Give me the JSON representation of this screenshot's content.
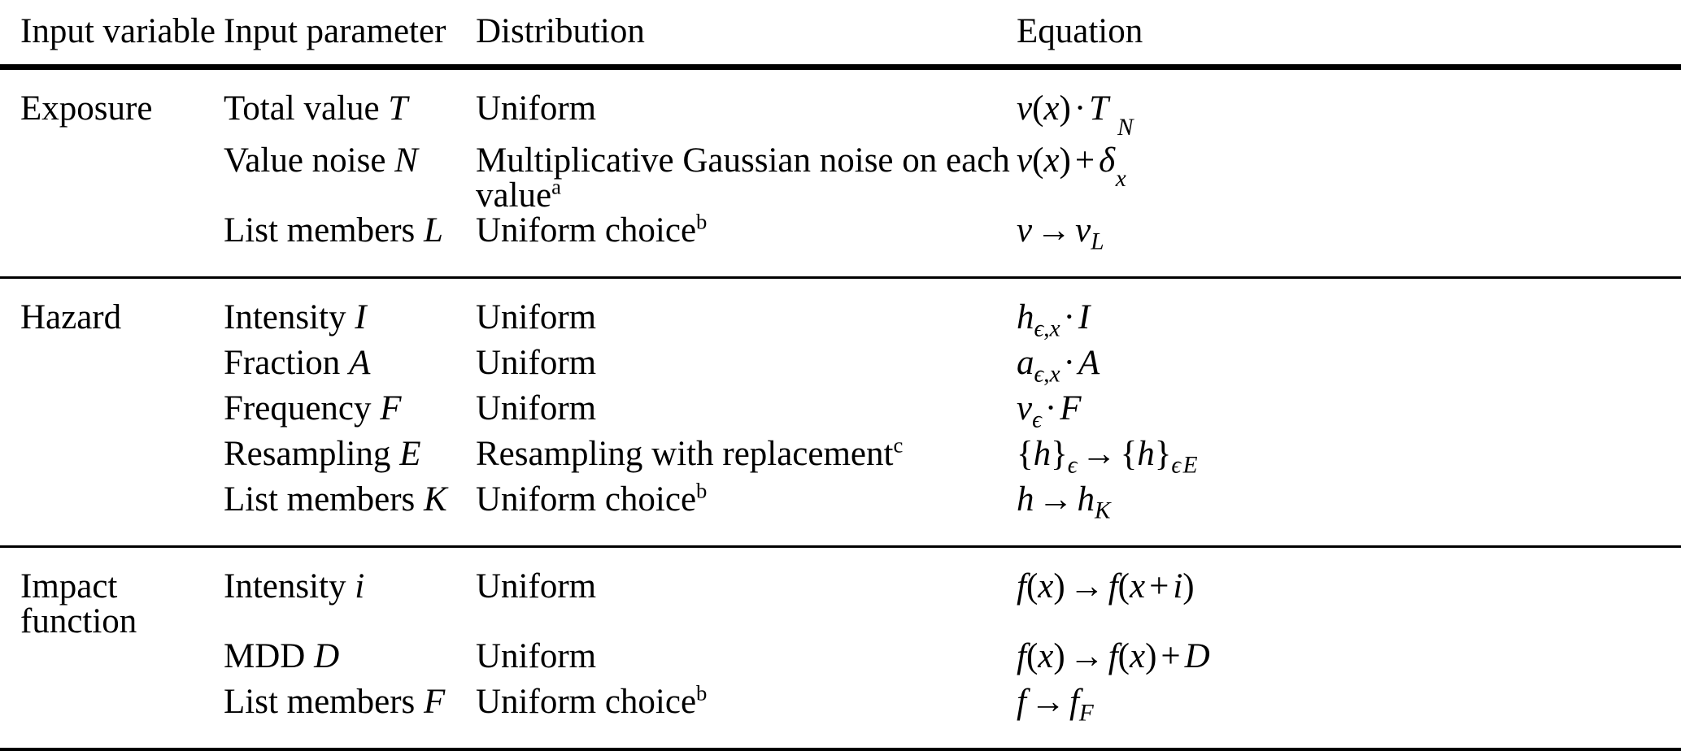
{
  "table": {
    "headers": [
      "Input variable",
      "Input parameter",
      "Distribution",
      "Equation"
    ],
    "blocks": [
      {
        "variable": "Exposure",
        "rows": [
          {
            "parameter_text": "Total value",
            "parameter_symbol": "T",
            "distribution": "Uniform",
            "distribution_footnote": "",
            "equation_plain": "v(x) · T"
          },
          {
            "parameter_text": "Value noise",
            "parameter_symbol": "N",
            "distribution": "Multiplicative Gaussian noise on each value",
            "distribution_footnote": "a",
            "equation_plain": "v(x) + δ_x^N"
          },
          {
            "parameter_text": "List members",
            "parameter_symbol": "L",
            "distribution": "Uniform choice",
            "distribution_footnote": "b",
            "equation_plain": "v → v_L"
          }
        ]
      },
      {
        "variable": "Hazard",
        "rows": [
          {
            "parameter_text": "Intensity",
            "parameter_symbol": "I",
            "distribution": "Uniform",
            "distribution_footnote": "",
            "equation_plain": "h_{ε,x} · I"
          },
          {
            "parameter_text": "Fraction",
            "parameter_symbol": "A",
            "distribution": "Uniform",
            "distribution_footnote": "",
            "equation_plain": "a_{ε,x} · A"
          },
          {
            "parameter_text": "Frequency",
            "parameter_symbol": "F",
            "distribution": "Uniform",
            "distribution_footnote": "",
            "equation_plain": "ν_ε · F"
          },
          {
            "parameter_text": "Resampling",
            "parameter_symbol": "E",
            "distribution": "Resampling with replacement",
            "distribution_footnote": "c",
            "equation_plain": "{h}_ε → {h}_{ε E}"
          },
          {
            "parameter_text": "List members",
            "parameter_symbol": "K",
            "distribution": "Uniform choice",
            "distribution_footnote": "b",
            "equation_plain": "h → h_K"
          }
        ]
      },
      {
        "variable": "Impact function",
        "rows": [
          {
            "parameter_text": "Intensity",
            "parameter_symbol": "i",
            "distribution": "Uniform",
            "distribution_footnote": "",
            "equation_plain": "f(x) → f(x + i)"
          },
          {
            "parameter_text": "MDD",
            "parameter_symbol": "D",
            "distribution": "Uniform",
            "distribution_footnote": "",
            "equation_plain": "f(x) → f(x) + D"
          },
          {
            "parameter_text": "List members",
            "parameter_symbol": "F",
            "distribution": "Uniform choice",
            "distribution_footnote": "b",
            "equation_plain": "f → f_F"
          }
        ]
      }
    ],
    "math_symbols": {
      "v": "v",
      "h": "h",
      "a": "a",
      "nu": "ν",
      "f": "f",
      "delta": "δ",
      "epsilon": "ϵ",
      "x": "x",
      "arrow": "→",
      "cdot": "·",
      "plus": "+",
      "lparen": "(",
      "rparen": ")",
      "lbrace": "{",
      "rbrace": "}"
    },
    "colors": {
      "text": "#000000",
      "rule": "#000000",
      "background": "#ffffff"
    }
  }
}
